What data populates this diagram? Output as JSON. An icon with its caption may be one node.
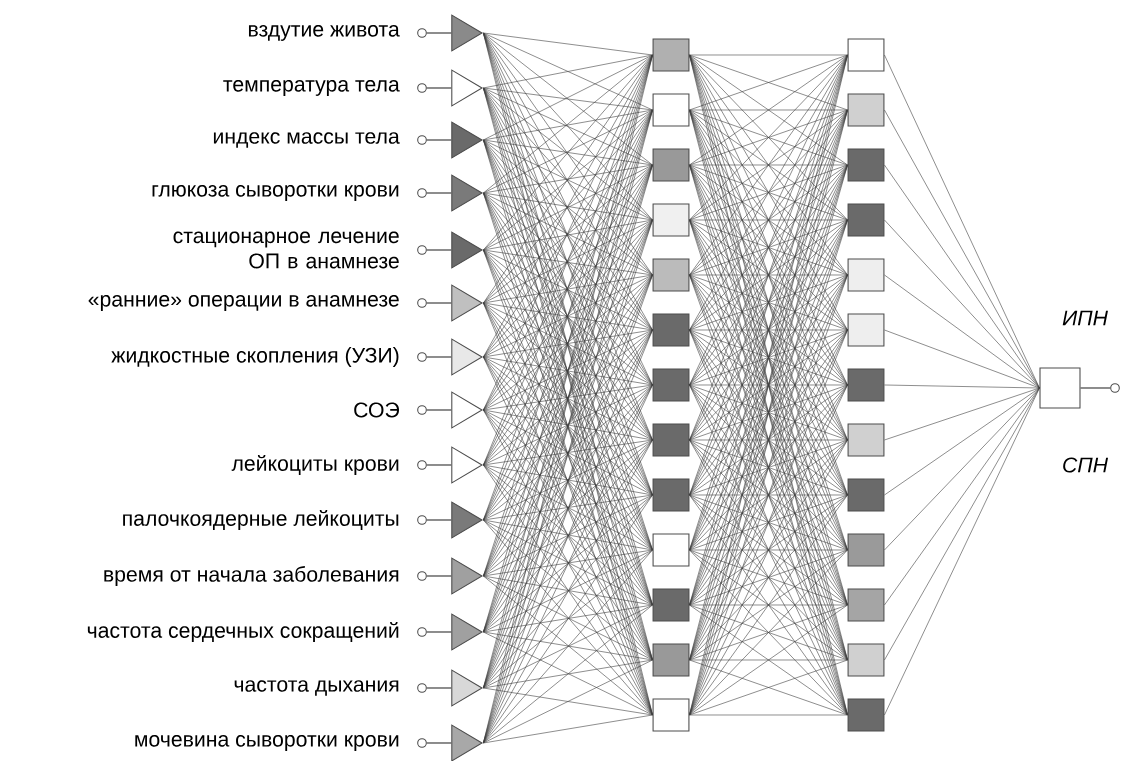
{
  "diagram": {
    "nodes": [
      {
        "text": [],
        "shape": "triangle"
      },
      {
        "text": [],
        "shape": "triangle"
      },
      {
        "text": [],
        "shape": "triangle"
      },
      {
        "text": [],
        "shape": "triangle"
      },
      {
        "text": [],
        "shape": "triangle"
      },
      {
        "text": [],
        "shape": "triangle"
      },
      {
        "text": [],
        "shape": "triangle"
      },
      {
        "text": [],
        "shape": "triangle"
      },
      {
        "text": [],
        "shape": "triangle"
      },
      {
        "text": [],
        "shape": "triangle"
      },
      {
        "text": [],
        "shape": "triangle"
      },
      {
        "text": [],
        "shape": "triangle"
      },
      {
        "text": [],
        "shape": "triangle"
      },
      {
        "text": [],
        "shape": "triangle"
      },
      {
        "text": [],
        "shape": "box"
      },
      {
        "text": [],
        "shape": "box"
      },
      {
        "text": [],
        "shape": "box"
      },
      {
        "text": [],
        "shape": "box"
      },
      {
        "text": [],
        "shape": "box"
      },
      {
        "text": [],
        "shape": "box"
      },
      {
        "text": [],
        "shape": "box"
      },
      {
        "text": [],
        "shape": "box"
      },
      {
        "text": [],
        "shape": "box"
      },
      {
        "text": [],
        "shape": "box"
      },
      {
        "text": [],
        "shape": "box"
      },
      {
        "text": [],
        "shape": "box"
      },
      {
        "text": [],
        "shape": "box"
      },
      {
        "text": [],
        "shape": "box"
      },
      {
        "text": [],
        "shape": "box"
      },
      {
        "text": [],
        "shape": "box"
      },
      {
        "text": [],
        "shape": "box"
      },
      {
        "text": [],
        "shape": "box"
      },
      {
        "text": [],
        "shape": "box"
      },
      {
        "text": [],
        "shape": "box"
      },
      {
        "text": [],
        "shape": "box"
      },
      {
        "text": [],
        "shape": "box"
      },
      {
        "text": [],
        "shape": "box"
      },
      {
        "text": [],
        "shape": "box"
      },
      {
        "text": [],
        "shape": "box"
      },
      {
        "text": [],
        "shape": "box"
      },
      {
        "text": [],
        "shape": "box",
        "beside": [
          "ИПН",
          "СПН"
        ]
      },
      {
        "text": [],
        "shape": "circle",
        "beside": [
          "вздутие живота"
        ]
      },
      {
        "text": [],
        "shape": "circle",
        "beside": [
          "температура тела"
        ]
      },
      {
        "text": [],
        "shape": "circle",
        "beside": [
          "индекс массы тела"
        ]
      },
      {
        "text": [],
        "shape": "circle",
        "beside": [
          "глюкоза сыворотки крови"
        ]
      },
      {
        "text": [],
        "shape": "circle",
        "beside": [
          "стационарное лечение ОП в анамнезе"
        ]
      },
      {
        "text": [],
        "shape": "circle",
        "beside": [
          "«ранние» операции в анамнезе"
        ]
      },
      {
        "text": [],
        "shape": "circle",
        "beside": [
          "жидкостные скопления (УЗИ)"
        ]
      },
      {
        "text": [],
        "shape": "circle",
        "beside": [
          "СОЭ"
        ]
      },
      {
        "text": [],
        "shape": "circle",
        "beside": [
          "лейкоциты крови"
        ]
      },
      {
        "text": [],
        "shape": "circle",
        "beside": [
          "палочкоядерные лейкоциты"
        ]
      },
      {
        "text": [],
        "shape": "circle",
        "beside": [
          "время от начала заболевания"
        ]
      },
      {
        "text": [],
        "shape": "circle",
        "beside": [
          "частота сердечных сокращений"
        ]
      },
      {
        "text": [],
        "shape": "circle",
        "beside": [
          "частота дыхания"
        ]
      },
      {
        "text": [],
        "shape": "circle",
        "beside": [
          "мочевина сыворотки крови"
        ]
      },
      {
        "text": [],
        "shape": "circle"
      }
    ],
    "edges": [
      {
        "from": 41,
        "to": 0,
        "arrow": "none"
      },
      {
        "from": 42,
        "to": 1,
        "arrow": "none"
      },
      {
        "from": 43,
        "to": 2,
        "arrow": "none"
      },
      {
        "from": 44,
        "to": 3,
        "arrow": "none"
      },
      {
        "from": 45,
        "to": 4,
        "arrow": "none"
      },
      {
        "from": 46,
        "to": 5,
        "arrow": "none"
      },
      {
        "from": 47,
        "to": 6,
        "arrow": "none"
      },
      {
        "from": 48,
        "to": 7,
        "arrow": "none"
      },
      {
        "from": 49,
        "to": 8,
        "arrow": "none"
      },
      {
        "from": 50,
        "to": 9,
        "arrow": "none"
      },
      {
        "from": 51,
        "to": 10,
        "arrow": "none"
      },
      {
        "from": 52,
        "to": 11,
        "arrow": "none"
      },
      {
        "from": 53,
        "to": 12,
        "arrow": "none"
      },
      {
        "from": 54,
        "to": 13,
        "arrow": "none"
      },
      {
        "from": 0,
        "to": 14,
        "arrow": "none"
      },
      {
        "from": 0,
        "to": 15,
        "arrow": "none"
      },
      {
        "from": 0,
        "to": 16,
        "arrow": "none"
      },
      {
        "from": 0,
        "to": 17,
        "arrow": "none"
      },
      {
        "from": 0,
        "to": 18,
        "arrow": "none"
      },
      {
        "from": 0,
        "to": 19,
        "arrow": "none"
      },
      {
        "from": 0,
        "to": 20,
        "arrow": "none"
      },
      {
        "from": 0,
        "to": 21,
        "arrow": "none"
      },
      {
        "from": 0,
        "to": 22,
        "arrow": "none"
      },
      {
        "from": 0,
        "to": 23,
        "arrow": "none"
      },
      {
        "from": 0,
        "to": 24,
        "arrow": "none"
      },
      {
        "from": 0,
        "to": 25,
        "arrow": "none"
      },
      {
        "from": 0,
        "to": 26,
        "arrow": "none"
      },
      {
        "from": 1,
        "to": 14,
        "arrow": "none"
      },
      {
        "from": 1,
        "to": 15,
        "arrow": "none"
      },
      {
        "from": 1,
        "to": 16,
        "arrow": "none"
      },
      {
        "from": 1,
        "to": 17,
        "arrow": "none"
      },
      {
        "from": 1,
        "to": 18,
        "arrow": "none"
      },
      {
        "from": 1,
        "to": 19,
        "arrow": "none"
      },
      {
        "from": 1,
        "to": 20,
        "arrow": "none"
      },
      {
        "from": 1,
        "to": 21,
        "arrow": "none"
      },
      {
        "from": 1,
        "to": 22,
        "arrow": "none"
      },
      {
        "from": 1,
        "to": 23,
        "arrow": "none"
      },
      {
        "from": 1,
        "to": 24,
        "arrow": "none"
      },
      {
        "from": 1,
        "to": 25,
        "arrow": "none"
      },
      {
        "from": 1,
        "to": 26,
        "arrow": "none"
      },
      {
        "from": 2,
        "to": 14,
        "arrow": "none"
      },
      {
        "from": 2,
        "to": 15,
        "arrow": "none"
      },
      {
        "from": 2,
        "to": 16,
        "arrow": "none"
      },
      {
        "from": 2,
        "to": 17,
        "arrow": "none"
      },
      {
        "from": 2,
        "to": 18,
        "arrow": "none"
      },
      {
        "from": 2,
        "to": 19,
        "arrow": "none"
      },
      {
        "from": 2,
        "to": 20,
        "arrow": "none"
      },
      {
        "from": 2,
        "to": 21,
        "arrow": "none"
      },
      {
        "from": 2,
        "to": 22,
        "arrow": "none"
      },
      {
        "from": 2,
        "to": 23,
        "arrow": "none"
      },
      {
        "from": 2,
        "to": 24,
        "arrow": "none"
      },
      {
        "from": 2,
        "to": 25,
        "arrow": "none"
      },
      {
        "from": 2,
        "to": 26,
        "arrow": "none"
      },
      {
        "from": 3,
        "to": 14,
        "arrow": "none"
      },
      {
        "from": 3,
        "to": 15,
        "arrow": "none"
      },
      {
        "from": 3,
        "to": 16,
        "arrow": "none"
      },
      {
        "from": 3,
        "to": 17,
        "arrow": "none"
      },
      {
        "from": 3,
        "to": 18,
        "arrow": "none"
      },
      {
        "from": 3,
        "to": 19,
        "arrow": "none"
      },
      {
        "from": 3,
        "to": 20,
        "arrow": "none"
      },
      {
        "from": 3,
        "to": 21,
        "arrow": "none"
      },
      {
        "from": 3,
        "to": 22,
        "arrow": "none"
      },
      {
        "from": 3,
        "to": 23,
        "arrow": "none"
      },
      {
        "from": 3,
        "to": 24,
        "arrow": "none"
      },
      {
        "from": 3,
        "to": 25,
        "arrow": "none"
      },
      {
        "from": 3,
        "to": 26,
        "arrow": "none"
      },
      {
        "from": 4,
        "to": 14,
        "arrow": "none"
      },
      {
        "from": 4,
        "to": 15,
        "arrow": "none"
      },
      {
        "from": 4,
        "to": 16,
        "arrow": "none"
      },
      {
        "from": 4,
        "to": 17,
        "arrow": "none"
      },
      {
        "from": 4,
        "to": 18,
        "arrow": "none"
      },
      {
        "from": 4,
        "to": 19,
        "arrow": "none"
      },
      {
        "from": 4,
        "to": 20,
        "arrow": "none"
      },
      {
        "from": 4,
        "to": 21,
        "arrow": "none"
      },
      {
        "from": 4,
        "to": 22,
        "arrow": "none"
      },
      {
        "from": 4,
        "to": 23,
        "arrow": "none"
      },
      {
        "from": 4,
        "to": 24,
        "arrow": "none"
      },
      {
        "from": 4,
        "to": 25,
        "arrow": "none"
      },
      {
        "from": 4,
        "to": 26,
        "arrow": "none"
      },
      {
        "from": 5,
        "to": 14,
        "arrow": "none"
      },
      {
        "from": 5,
        "to": 15,
        "arrow": "none"
      },
      {
        "from": 5,
        "to": 16,
        "arrow": "none"
      },
      {
        "from": 5,
        "to": 17,
        "arrow": "none"
      },
      {
        "from": 5,
        "to": 18,
        "arrow": "none"
      },
      {
        "from": 5,
        "to": 19,
        "arrow": "none"
      },
      {
        "from": 5,
        "to": 20,
        "arrow": "none"
      },
      {
        "from": 5,
        "to": 21,
        "arrow": "none"
      },
      {
        "from": 5,
        "to": 22,
        "arrow": "none"
      },
      {
        "from": 5,
        "to": 23,
        "arrow": "none"
      },
      {
        "from": 5,
        "to": 24,
        "arrow": "none"
      },
      {
        "from": 5,
        "to": 25,
        "arrow": "none"
      },
      {
        "from": 5,
        "to": 26,
        "arrow": "none"
      },
      {
        "from": 6,
        "to": 14,
        "arrow": "none"
      },
      {
        "from": 6,
        "to": 15,
        "arrow": "none"
      },
      {
        "from": 6,
        "to": 16,
        "arrow": "none"
      },
      {
        "from": 6,
        "to": 17,
        "arrow": "none"
      },
      {
        "from": 6,
        "to": 18,
        "arrow": "none"
      },
      {
        "from": 6,
        "to": 19,
        "arrow": "none"
      },
      {
        "from": 6,
        "to": 20,
        "arrow": "none"
      },
      {
        "from": 6,
        "to": 21,
        "arrow": "none"
      },
      {
        "from": 6,
        "to": 22,
        "arrow": "none"
      },
      {
        "from": 6,
        "to": 23,
        "arrow": "none"
      },
      {
        "from": 6,
        "to": 24,
        "arrow": "none"
      },
      {
        "from": 6,
        "to": 25,
        "arrow": "none"
      },
      {
        "from": 6,
        "to": 26,
        "arrow": "none"
      },
      {
        "from": 7,
        "to": 14,
        "arrow": "none"
      },
      {
        "from": 7,
        "to": 15,
        "arrow": "none"
      },
      {
        "from": 7,
        "to": 16,
        "arrow": "none"
      },
      {
        "from": 7,
        "to": 17,
        "arrow": "none"
      },
      {
        "from": 7,
        "to": 18,
        "arrow": "none"
      },
      {
        "from": 7,
        "to": 19,
        "arrow": "none"
      },
      {
        "from": 7,
        "to": 20,
        "arrow": "none"
      },
      {
        "from": 7,
        "to": 21,
        "arrow": "none"
      },
      {
        "from": 7,
        "to": 22,
        "arrow": "none"
      },
      {
        "from": 7,
        "to": 23,
        "arrow": "none"
      },
      {
        "from": 7,
        "to": 24,
        "arrow": "none"
      },
      {
        "from": 7,
        "to": 25,
        "arrow": "none"
      },
      {
        "from": 7,
        "to": 26,
        "arrow": "none"
      },
      {
        "from": 8,
        "to": 14,
        "arrow": "none"
      },
      {
        "from": 8,
        "to": 15,
        "arrow": "none"
      },
      {
        "from": 8,
        "to": 16,
        "arrow": "none"
      },
      {
        "from": 8,
        "to": 17,
        "arrow": "none"
      },
      {
        "from": 8,
        "to": 18,
        "arrow": "none"
      },
      {
        "from": 8,
        "to": 19,
        "arrow": "none"
      },
      {
        "from": 8,
        "to": 20,
        "arrow": "none"
      },
      {
        "from": 8,
        "to": 21,
        "arrow": "none"
      },
      {
        "from": 8,
        "to": 22,
        "arrow": "none"
      },
      {
        "from": 8,
        "to": 23,
        "arrow": "none"
      },
      {
        "from": 8,
        "to": 24,
        "arrow": "none"
      },
      {
        "from": 8,
        "to": 25,
        "arrow": "none"
      },
      {
        "from": 8,
        "to": 26,
        "arrow": "none"
      },
      {
        "from": 9,
        "to": 14,
        "arrow": "none"
      },
      {
        "from": 9,
        "to": 15,
        "arrow": "none"
      },
      {
        "from": 9,
        "to": 16,
        "arrow": "none"
      },
      {
        "from": 9,
        "to": 17,
        "arrow": "none"
      },
      {
        "from": 9,
        "to": 18,
        "arrow": "none"
      },
      {
        "from": 9,
        "to": 19,
        "arrow": "none"
      },
      {
        "from": 9,
        "to": 20,
        "arrow": "none"
      },
      {
        "from": 9,
        "to": 21,
        "arrow": "none"
      },
      {
        "from": 9,
        "to": 22,
        "arrow": "none"
      },
      {
        "from": 9,
        "to": 23,
        "arrow": "none"
      },
      {
        "from": 9,
        "to": 24,
        "arrow": "none"
      },
      {
        "from": 9,
        "to": 25,
        "arrow": "none"
      },
      {
        "from": 9,
        "to": 26,
        "arrow": "none"
      },
      {
        "from": 10,
        "to": 14,
        "arrow": "none"
      },
      {
        "from": 10,
        "to": 15,
        "arrow": "none"
      },
      {
        "from": 10,
        "to": 16,
        "arrow": "none"
      },
      {
        "from": 10,
        "to": 17,
        "arrow": "none"
      },
      {
        "from": 10,
        "to": 18,
        "arrow": "none"
      },
      {
        "from": 10,
        "to": 19,
        "arrow": "none"
      },
      {
        "from": 10,
        "to": 20,
        "arrow": "none"
      },
      {
        "from": 10,
        "to": 21,
        "arrow": "none"
      },
      {
        "from": 10,
        "to": 22,
        "arrow": "none"
      },
      {
        "from": 10,
        "to": 23,
        "arrow": "none"
      },
      {
        "from": 10,
        "to": 24,
        "arrow": "none"
      },
      {
        "from": 10,
        "to": 25,
        "arrow": "none"
      },
      {
        "from": 10,
        "to": 26,
        "arrow": "none"
      },
      {
        "from": 11,
        "to": 14,
        "arrow": "none"
      },
      {
        "from": 11,
        "to": 15,
        "arrow": "none"
      },
      {
        "from": 11,
        "to": 16,
        "arrow": "none"
      },
      {
        "from": 11,
        "to": 17,
        "arrow": "none"
      },
      {
        "from": 11,
        "to": 18,
        "arrow": "none"
      },
      {
        "from": 11,
        "to": 19,
        "arrow": "none"
      },
      {
        "from": 11,
        "to": 20,
        "arrow": "none"
      },
      {
        "from": 11,
        "to": 21,
        "arrow": "none"
      },
      {
        "from": 11,
        "to": 22,
        "arrow": "none"
      },
      {
        "from": 11,
        "to": 23,
        "arrow": "none"
      },
      {
        "from": 11,
        "to": 24,
        "arrow": "none"
      },
      {
        "from": 11,
        "to": 25,
        "arrow": "none"
      },
      {
        "from": 11,
        "to": 26,
        "arrow": "none"
      },
      {
        "from": 12,
        "to": 14,
        "arrow": "none"
      },
      {
        "from": 12,
        "to": 15,
        "arrow": "none"
      },
      {
        "from": 12,
        "to": 16,
        "arrow": "none"
      },
      {
        "from": 12,
        "to": 17,
        "arrow": "none"
      },
      {
        "from": 12,
        "to": 18,
        "arrow": "none"
      },
      {
        "from": 12,
        "to": 19,
        "arrow": "none"
      },
      {
        "from": 12,
        "to": 20,
        "arrow": "none"
      },
      {
        "from": 12,
        "to": 21,
        "arrow": "none"
      },
      {
        "from": 12,
        "to": 22,
        "arrow": "none"
      },
      {
        "from": 12,
        "to": 23,
        "arrow": "none"
      },
      {
        "from": 12,
        "to": 24,
        "arrow": "none"
      },
      {
        "from": 12,
        "to": 25,
        "arrow": "none"
      },
      {
        "from": 12,
        "to": 26,
        "arrow": "none"
      },
      {
        "from": 13,
        "to": 14,
        "arrow": "none"
      },
      {
        "from": 13,
        "to": 15,
        "arrow": "none"
      },
      {
        "from": 13,
        "to": 16,
        "arrow": "none"
      },
      {
        "from": 13,
        "to": 17,
        "arrow": "none"
      },
      {
        "from": 13,
        "to": 18,
        "arrow": "none"
      },
      {
        "from": 13,
        "to": 19,
        "arrow": "none"
      },
      {
        "from": 13,
        "to": 20,
        "arrow": "none"
      },
      {
        "from": 13,
        "to": 21,
        "arrow": "none"
      },
      {
        "from": 13,
        "to": 22,
        "arrow": "none"
      },
      {
        "from": 13,
        "to": 23,
        "arrow": "none"
      },
      {
        "from": 13,
        "to": 24,
        "arrow": "none"
      },
      {
        "from": 13,
        "to": 25,
        "arrow": "none"
      },
      {
        "from": 13,
        "to": 26,
        "arrow": "none"
      },
      {
        "from": 14,
        "to": 27,
        "arrow": "none"
      },
      {
        "from": 14,
        "to": 28,
        "arrow": "none"
      },
      {
        "from": 14,
        "to": 29,
        "arrow": "none"
      },
      {
        "from": 14,
        "to": 30,
        "arrow": "none"
      },
      {
        "from": 14,
        "to": 31,
        "arrow": "none"
      },
      {
        "from": 14,
        "to": 32,
        "arrow": "none"
      },
      {
        "from": 14,
        "to": 33,
        "arrow": "none"
      },
      {
        "from": 14,
        "to": 34,
        "arrow": "none"
      },
      {
        "from": 14,
        "to": 35,
        "arrow": "none"
      },
      {
        "from": 14,
        "to": 36,
        "arrow": "none"
      },
      {
        "from": 14,
        "to": 37,
        "arrow": "none"
      },
      {
        "from": 14,
        "to": 38,
        "arrow": "none"
      },
      {
        "from": 14,
        "to": 39,
        "arrow": "none"
      },
      {
        "from": 15,
        "to": 27,
        "arrow": "none"
      },
      {
        "from": 15,
        "to": 28,
        "arrow": "none"
      },
      {
        "from": 15,
        "to": 29,
        "arrow": "none"
      },
      {
        "from": 15,
        "to": 30,
        "arrow": "none"
      },
      {
        "from": 15,
        "to": 31,
        "arrow": "none"
      },
      {
        "from": 15,
        "to": 32,
        "arrow": "none"
      },
      {
        "from": 15,
        "to": 33,
        "arrow": "none"
      },
      {
        "from": 15,
        "to": 34,
        "arrow": "none"
      },
      {
        "from": 15,
        "to": 35,
        "arrow": "none"
      },
      {
        "from": 15,
        "to": 36,
        "arrow": "none"
      },
      {
        "from": 15,
        "to": 37,
        "arrow": "none"
      },
      {
        "from": 15,
        "to": 38,
        "arrow": "none"
      },
      {
        "from": 15,
        "to": 39,
        "arrow": "none"
      },
      {
        "from": 16,
        "to": 27,
        "arrow": "none"
      },
      {
        "from": 16,
        "to": 28,
        "arrow": "none"
      },
      {
        "from": 16,
        "to": 29,
        "arrow": "none"
      },
      {
        "from": 16,
        "to": 30,
        "arrow": "none"
      },
      {
        "from": 16,
        "to": 31,
        "arrow": "none"
      },
      {
        "from": 16,
        "to": 32,
        "arrow": "none"
      },
      {
        "from": 16,
        "to": 33,
        "arrow": "none"
      },
      {
        "from": 16,
        "to": 34,
        "arrow": "none"
      },
      {
        "from": 16,
        "to": 35,
        "arrow": "none"
      },
      {
        "from": 16,
        "to": 36,
        "arrow": "none"
      },
      {
        "from": 16,
        "to": 37,
        "arrow": "none"
      },
      {
        "from": 16,
        "to": 38,
        "arrow": "none"
      },
      {
        "from": 16,
        "to": 39,
        "arrow": "none"
      },
      {
        "from": 17,
        "to": 27,
        "arrow": "none"
      },
      {
        "from": 17,
        "to": 28,
        "arrow": "none"
      },
      {
        "from": 17,
        "to": 29,
        "arrow": "none"
      },
      {
        "from": 17,
        "to": 30,
        "arrow": "none"
      },
      {
        "from": 17,
        "to": 31,
        "arrow": "none"
      },
      {
        "from": 17,
        "to": 32,
        "arrow": "none"
      },
      {
        "from": 17,
        "to": 33,
        "arrow": "none"
      },
      {
        "from": 17,
        "to": 34,
        "arrow": "none"
      },
      {
        "from": 17,
        "to": 35,
        "arrow": "none"
      },
      {
        "from": 17,
        "to": 36,
        "arrow": "none"
      },
      {
        "from": 17,
        "to": 37,
        "arrow": "none"
      },
      {
        "from": 17,
        "to": 38,
        "arrow": "none"
      },
      {
        "from": 17,
        "to": 39,
        "arrow": "none"
      },
      {
        "from": 18,
        "to": 27,
        "arrow": "none"
      },
      {
        "from": 18,
        "to": 28,
        "arrow": "none"
      },
      {
        "from": 18,
        "to": 29,
        "arrow": "none"
      },
      {
        "from": 18,
        "to": 30,
        "arrow": "none"
      },
      {
        "from": 18,
        "to": 31,
        "arrow": "none"
      },
      {
        "from": 18,
        "to": 32,
        "arrow": "none"
      },
      {
        "from": 18,
        "to": 33,
        "arrow": "none"
      },
      {
        "from": 18,
        "to": 34,
        "arrow": "none"
      },
      {
        "from": 18,
        "to": 35,
        "arrow": "none"
      },
      {
        "from": 18,
        "to": 36,
        "arrow": "none"
      },
      {
        "from": 18,
        "to": 37,
        "arrow": "none"
      },
      {
        "from": 18,
        "to": 38,
        "arrow": "none"
      },
      {
        "from": 18,
        "to": 39,
        "arrow": "none"
      },
      {
        "from": 19,
        "to": 27,
        "arrow": "none"
      },
      {
        "from": 19,
        "to": 28,
        "arrow": "none"
      },
      {
        "from": 19,
        "to": 29,
        "arrow": "none"
      },
      {
        "from": 19,
        "to": 30,
        "arrow": "none"
      },
      {
        "from": 19,
        "to": 31,
        "arrow": "none"
      },
      {
        "from": 19,
        "to": 32,
        "arrow": "none"
      },
      {
        "from": 19,
        "to": 33,
        "arrow": "none"
      },
      {
        "from": 19,
        "to": 34,
        "arrow": "none"
      },
      {
        "from": 19,
        "to": 35,
        "arrow": "none"
      },
      {
        "from": 19,
        "to": 36,
        "arrow": "none"
      },
      {
        "from": 19,
        "to": 37,
        "arrow": "none"
      },
      {
        "from": 19,
        "to": 38,
        "arrow": "none"
      },
      {
        "from": 19,
        "to": 39,
        "arrow": "none"
      },
      {
        "from": 20,
        "to": 27,
        "arrow": "none"
      },
      {
        "from": 20,
        "to": 28,
        "arrow": "none"
      },
      {
        "from": 20,
        "to": 29,
        "arrow": "none"
      },
      {
        "from": 20,
        "to": 30,
        "arrow": "none"
      },
      {
        "from": 20,
        "to": 31,
        "arrow": "none"
      },
      {
        "from": 20,
        "to": 32,
        "arrow": "none"
      },
      {
        "from": 20,
        "to": 33,
        "arrow": "none"
      },
      {
        "from": 20,
        "to": 34,
        "arrow": "none"
      },
      {
        "from": 20,
        "to": 35,
        "arrow": "none"
      },
      {
        "from": 20,
        "to": 36,
        "arrow": "none"
      },
      {
        "from": 20,
        "to": 37,
        "arrow": "none"
      },
      {
        "from": 20,
        "to": 38,
        "arrow": "none"
      },
      {
        "from": 20,
        "to": 39,
        "arrow": "none"
      },
      {
        "from": 21,
        "to": 27,
        "arrow": "none"
      },
      {
        "from": 21,
        "to": 28,
        "arrow": "none"
      },
      {
        "from": 21,
        "to": 29,
        "arrow": "none"
      },
      {
        "from": 21,
        "to": 30,
        "arrow": "none"
      },
      {
        "from": 21,
        "to": 31,
        "arrow": "none"
      },
      {
        "from": 21,
        "to": 32,
        "arrow": "none"
      },
      {
        "from": 21,
        "to": 33,
        "arrow": "none"
      },
      {
        "from": 21,
        "to": 34,
        "arrow": "none"
      },
      {
        "from": 21,
        "to": 35,
        "arrow": "none"
      },
      {
        "from": 21,
        "to": 36,
        "arrow": "none"
      },
      {
        "from": 21,
        "to": 37,
        "arrow": "none"
      },
      {
        "from": 21,
        "to": 38,
        "arrow": "none"
      },
      {
        "from": 21,
        "to": 39,
        "arrow": "none"
      },
      {
        "from": 22,
        "to": 27,
        "arrow": "none"
      },
      {
        "from": 22,
        "to": 28,
        "arrow": "none"
      },
      {
        "from": 22,
        "to": 29,
        "arrow": "none"
      },
      {
        "from": 22,
        "to": 30,
        "arrow": "none"
      },
      {
        "from": 22,
        "to": 31,
        "arrow": "none"
      },
      {
        "from": 22,
        "to": 32,
        "arrow": "none"
      },
      {
        "from": 22,
        "to": 33,
        "arrow": "none"
      },
      {
        "from": 22,
        "to": 34,
        "arrow": "none"
      },
      {
        "from": 22,
        "to": 35,
        "arrow": "none"
      },
      {
        "from": 22,
        "to": 36,
        "arrow": "none"
      },
      {
        "from": 22,
        "to": 37,
        "arrow": "none"
      },
      {
        "from": 22,
        "to": 38,
        "arrow": "none"
      },
      {
        "from": 22,
        "to": 39,
        "arrow": "none"
      },
      {
        "from": 23,
        "to": 27,
        "arrow": "none"
      },
      {
        "from": 23,
        "to": 28,
        "arrow": "none"
      },
      {
        "from": 23,
        "to": 29,
        "arrow": "none"
      },
      {
        "from": 23,
        "to": 30,
        "arrow": "none"
      },
      {
        "from": 23,
        "to": 31,
        "arrow": "none"
      },
      {
        "from": 23,
        "to": 32,
        "arrow": "none"
      },
      {
        "from": 23,
        "to": 33,
        "arrow": "none"
      },
      {
        "from": 23,
        "to": 34,
        "arrow": "none"
      },
      {
        "from": 23,
        "to": 35,
        "arrow": "none"
      },
      {
        "from": 23,
        "to": 36,
        "arrow": "none"
      },
      {
        "from": 23,
        "to": 37,
        "arrow": "none"
      },
      {
        "from": 23,
        "to": 38,
        "arrow": "none"
      },
      {
        "from": 23,
        "to": 39,
        "arrow": "none"
      },
      {
        "from": 24,
        "to": 27,
        "arrow": "none"
      },
      {
        "from": 24,
        "to": 28,
        "arrow": "none"
      },
      {
        "from": 24,
        "to": 29,
        "arrow": "none"
      },
      {
        "from": 24,
        "to": 30,
        "arrow": "none"
      },
      {
        "from": 24,
        "to": 31,
        "arrow": "none"
      },
      {
        "from": 24,
        "to": 32,
        "arrow": "none"
      },
      {
        "from": 24,
        "to": 33,
        "arrow": "none"
      },
      {
        "from": 24,
        "to": 34,
        "arrow": "none"
      },
      {
        "from": 24,
        "to": 35,
        "arrow": "none"
      },
      {
        "from": 24,
        "to": 36,
        "arrow": "none"
      },
      {
        "from": 24,
        "to": 37,
        "arrow": "none"
      },
      {
        "from": 24,
        "to": 38,
        "arrow": "none"
      },
      {
        "from": 24,
        "to": 39,
        "arrow": "none"
      },
      {
        "from": 25,
        "to": 27,
        "arrow": "none"
      },
      {
        "from": 25,
        "to": 28,
        "arrow": "none"
      },
      {
        "from": 25,
        "to": 29,
        "arrow": "none"
      },
      {
        "from": 25,
        "to": 30,
        "arrow": "none"
      },
      {
        "from": 25,
        "to": 31,
        "arrow": "none"
      },
      {
        "from": 25,
        "to": 32,
        "arrow": "none"
      },
      {
        "from": 25,
        "to": 33,
        "arrow": "none"
      },
      {
        "from": 25,
        "to": 34,
        "arrow": "none"
      },
      {
        "from": 25,
        "to": 35,
        "arrow": "none"
      },
      {
        "from": 25,
        "to": 36,
        "arrow": "none"
      },
      {
        "from": 25,
        "to": 37,
        "arrow": "none"
      },
      {
        "from": 25,
        "to": 38,
        "arrow": "none"
      },
      {
        "from": 25,
        "to": 39,
        "arrow": "none"
      },
      {
        "from": 26,
        "to": 27,
        "arrow": "none"
      },
      {
        "from": 26,
        "to": 28,
        "arrow": "none"
      },
      {
        "from": 26,
        "to": 29,
        "arrow": "none"
      },
      {
        "from": 26,
        "to": 30,
        "arrow": "none"
      },
      {
        "from": 26,
        "to": 31,
        "arrow": "none"
      },
      {
        "from": 26,
        "to": 32,
        "arrow": "none"
      },
      {
        "from": 26,
        "to": 33,
        "arrow": "none"
      },
      {
        "from": 26,
        "to": 34,
        "arrow": "none"
      },
      {
        "from": 26,
        "to": 35,
        "arrow": "none"
      },
      {
        "from": 26,
        "to": 36,
        "arrow": "none"
      },
      {
        "from": 26,
        "to": 37,
        "arrow": "none"
      },
      {
        "from": 26,
        "to": 38,
        "arrow": "none"
      },
      {
        "from": 26,
        "to": 39,
        "arrow": "none"
      },
      {
        "from": 27,
        "to": 40,
        "arrow": "none"
      },
      {
        "from": 28,
        "to": 40,
        "arrow": "none"
      },
      {
        "from": 29,
        "to": 40,
        "arrow": "none"
      },
      {
        "from": 30,
        "to": 40,
        "arrow": "none"
      },
      {
        "from": 31,
        "to": 40,
        "arrow": "none"
      },
      {
        "from": 32,
        "to": 40,
        "arrow": "none"
      },
      {
        "from": 33,
        "to": 40,
        "arrow": "none"
      },
      {
        "from": 34,
        "to": 40,
        "arrow": "none"
      },
      {
        "from": 35,
        "to": 40,
        "arrow": "none"
      },
      {
        "from": 36,
        "to": 40,
        "arrow": "none"
      },
      {
        "from": 37,
        "to": 40,
        "arrow": "none"
      },
      {
        "from": 38,
        "to": 40,
        "arrow": "none"
      },
      {
        "from": 39,
        "to": 40,
        "arrow": "none"
      },
      {
        "from": 40,
        "to": 55,
        "arrow": "none"
      }
    ]
  }
}
